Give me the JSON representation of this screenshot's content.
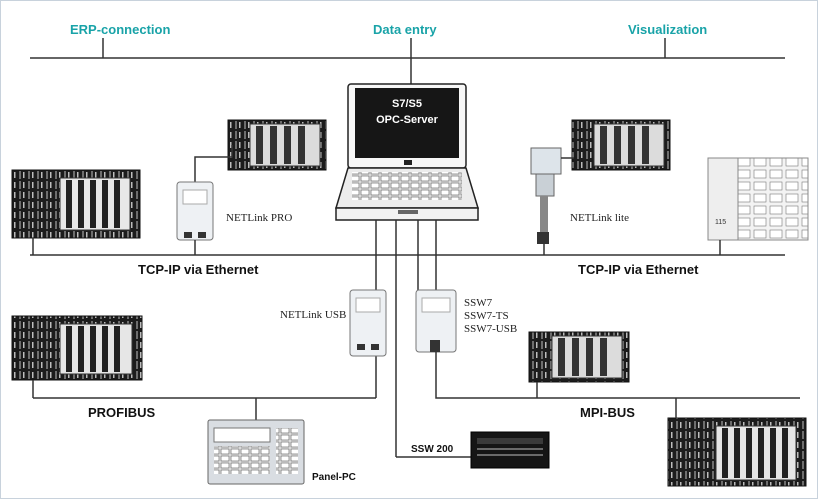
{
  "top_labels": {
    "erp": "ERP-connection",
    "data_entry": "Data entry",
    "visualization": "Visualization"
  },
  "laptop_screen": {
    "line1": "S7/S5",
    "line2": "OPC-Server"
  },
  "devices": {
    "netlink_pro": "NETLink PRO",
    "netlink_lite": "NETLink lite",
    "netlink_usb": "NETLink USB",
    "ssw7": "SSW7",
    "ssw7_ts": "SSW7-TS",
    "ssw7_usb": "SSW7-USB",
    "ssw200": "SSW 200",
    "panel_pc": "Panel-PC"
  },
  "buses": {
    "tcpip_left": "TCP-IP  via  Ethernet",
    "tcpip_right": "TCP-IP  via  Ethernet",
    "profibus": "PROFIBUS",
    "mpibus": "MPI-BUS"
  },
  "colors": {
    "accent": "#19a3a8",
    "line": "#333333"
  }
}
